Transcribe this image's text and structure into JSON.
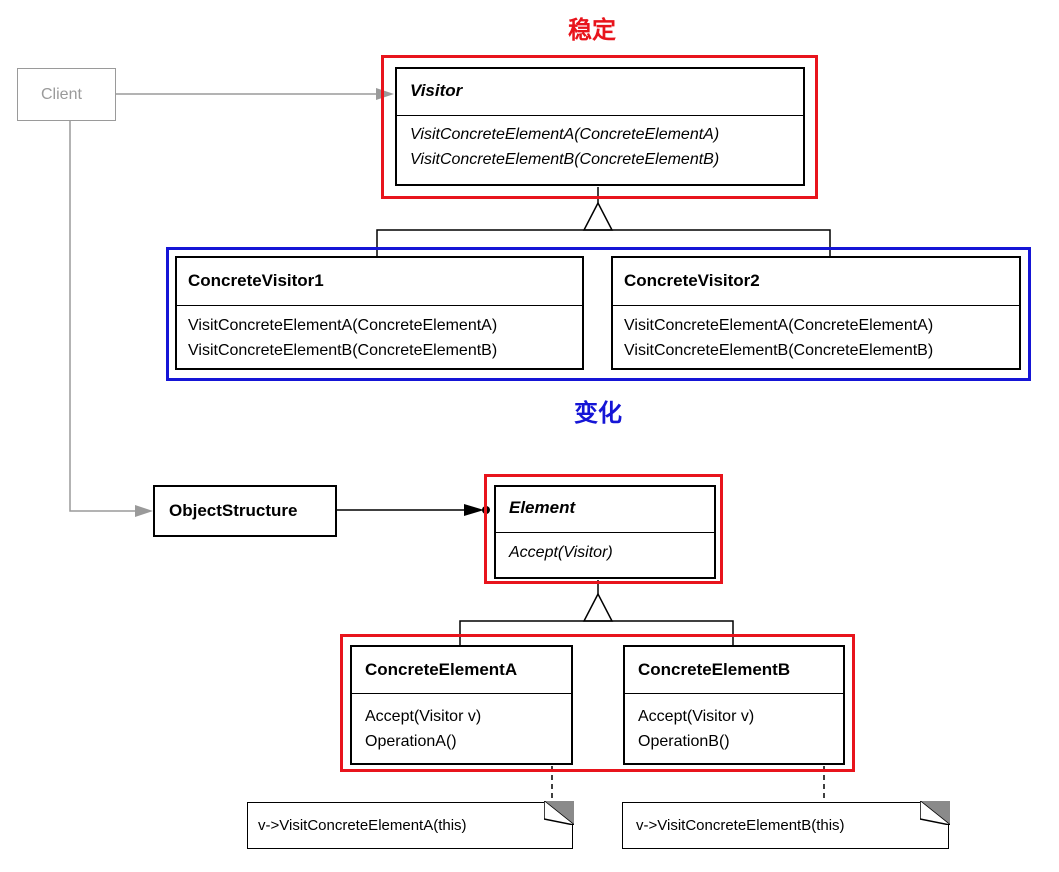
{
  "labels": {
    "stable": "稳定",
    "changing": "变化"
  },
  "client": {
    "name": "Client"
  },
  "visitor": {
    "name": "Visitor",
    "operations": [
      "VisitConcreteElementA(ConcreteElementA)",
      "VisitConcreteElementB(ConcreteElementB)"
    ]
  },
  "concrete_visitor_1": {
    "name": "ConcreteVisitor1",
    "operations": [
      "VisitConcreteElementA(ConcreteElementA)",
      "VisitConcreteElementB(ConcreteElementB)"
    ]
  },
  "concrete_visitor_2": {
    "name": "ConcreteVisitor2",
    "operations": [
      "VisitConcreteElementA(ConcreteElementA)",
      "VisitConcreteElementB(ConcreteElementB)"
    ]
  },
  "object_structure": {
    "name": "ObjectStructure"
  },
  "element": {
    "name": "Element",
    "operations": [
      "Accept(Visitor)"
    ]
  },
  "concrete_element_a": {
    "name": "ConcreteElementA",
    "operations": [
      "Accept(Visitor v)",
      "OperationA()"
    ],
    "note": "v->VisitConcreteElementA(this)"
  },
  "concrete_element_b": {
    "name": "ConcreteElementB",
    "operations": [
      "Accept(Visitor v)",
      "OperationB()"
    ],
    "note": "v->VisitConcreteElementB(this)"
  },
  "colors": {
    "stable_frame": "#e8141c",
    "changing_frame": "#1515d6",
    "client_gray": "#9a9a9a"
  }
}
